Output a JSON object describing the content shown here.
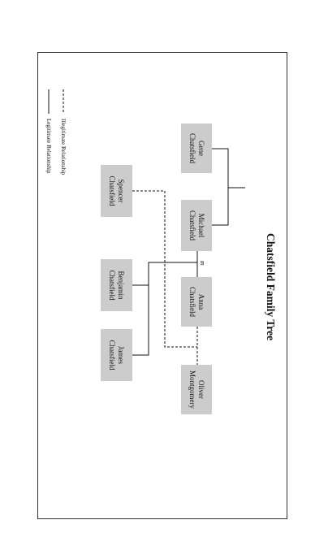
{
  "title": "Chatsfield Family Tree",
  "marriage_mark": "m",
  "legend": {
    "illegitimate": "Illegitimate Relationship",
    "legitimate": "Legitimate Relationship"
  },
  "people": {
    "gene": {
      "first": "Gene",
      "last": "Chatsfield"
    },
    "michael": {
      "first": "Michael",
      "last": "Chatsfield"
    },
    "anna": {
      "first": "Anna",
      "last": "Chatsfield"
    },
    "oliver": {
      "first": "Oliver",
      "last": "Montgomery"
    },
    "spencer": {
      "first": "Spencer",
      "last": "Chatsfield"
    },
    "benjamin": {
      "first": "Benjamin",
      "last": "Chatsfield"
    },
    "james": {
      "first": "James",
      "last": "Chatsfield"
    }
  },
  "colors": {
    "box_fill": "#cccccc",
    "line": "#111111",
    "frame": "#333333"
  }
}
